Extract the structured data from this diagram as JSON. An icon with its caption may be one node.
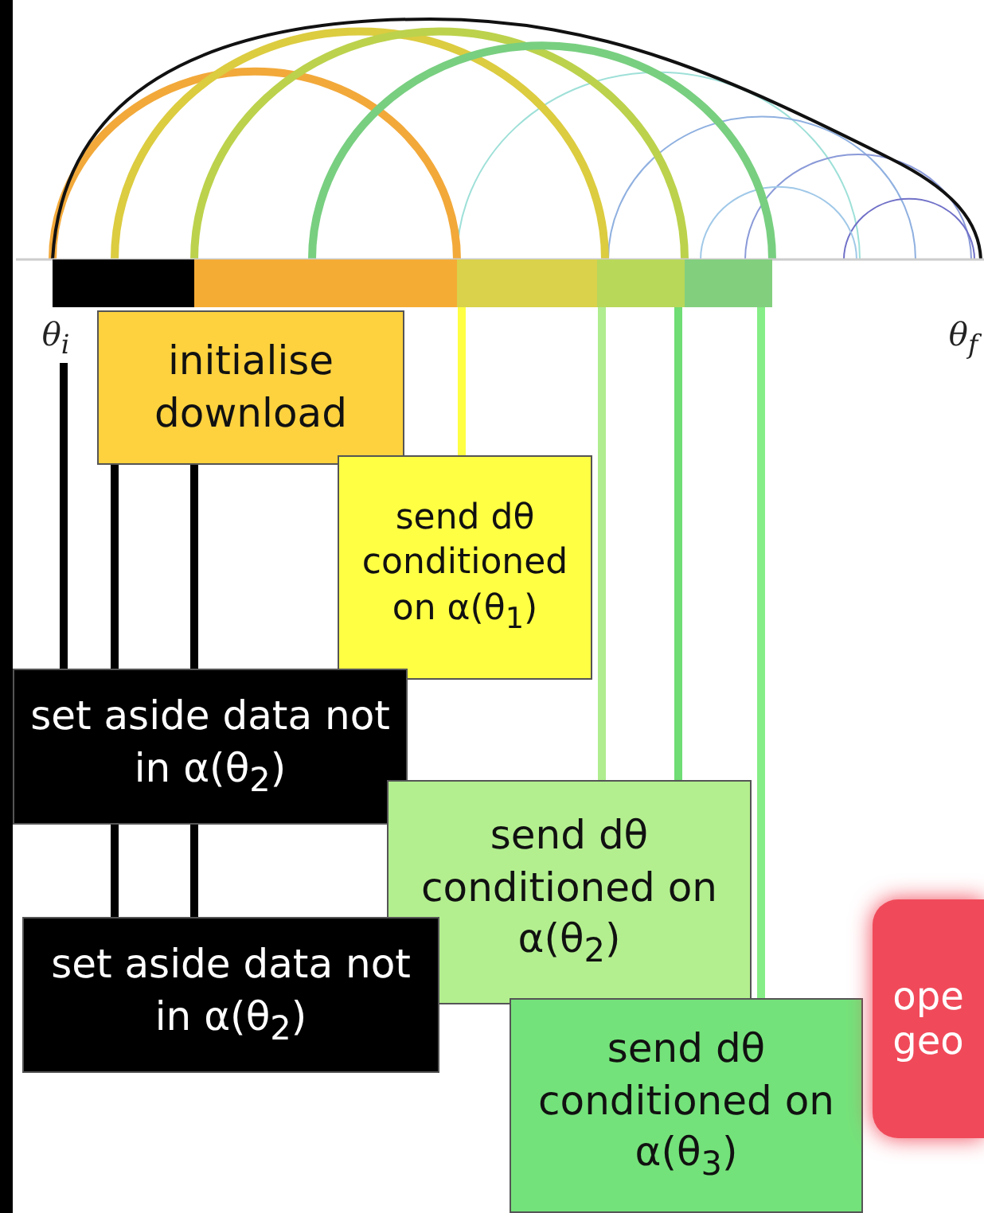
{
  "diagram": {
    "nodes": [
      {
        "text": [
          "θ$_{i}$"
        ]
      },
      {
        "text": [
          "θ$_{f}$"
        ]
      },
      {
        "text": [],
        "shape": "bar"
      },
      {
        "text": [],
        "shape": "bar"
      },
      {
        "text": [],
        "shape": "bar"
      },
      {
        "text": [],
        "shape": "bar"
      },
      {
        "text": [],
        "shape": "bar"
      },
      {
        "text": [
          "initialise download"
        ]
      },
      {
        "text": [
          "send dθ conditioned on α(θ$_{1}$)"
        ]
      },
      {
        "text": [
          "set aside data not in α(θ$_{2}$)"
        ]
      },
      {
        "text": [
          "send dθ conditioned on α(θ$_{2}$)"
        ]
      },
      {
        "text": [
          "set aside data not in α(θ$_{2}$)"
        ]
      },
      {
        "text": [
          "send dθ conditioned on α(θ$_{3}$)"
        ]
      },
      {
        "text": [
          "ope geo"
        ]
      }
    ],
    "edges": [
      {
        "from": 0,
        "to": 9,
        "arrow": "none"
      },
      {
        "from": 7,
        "to": 9,
        "arrow": "none"
      },
      {
        "from": 7,
        "to": 9,
        "arrow": "none"
      },
      {
        "from": 9,
        "to": 11,
        "arrow": "none"
      },
      {
        "from": 9,
        "to": 11,
        "arrow": "none"
      },
      {
        "from": 4,
        "to": 8,
        "arrow": "none",
        "color": "#ffff44"
      },
      {
        "from": 5,
        "to": 10,
        "arrow": "none",
        "color": "#b0ec90"
      },
      {
        "from": 6,
        "to": 10,
        "arrow": "none",
        "color": "#6fdc74"
      },
      {
        "from": 6,
        "to": 12,
        "arrow": "none",
        "color": "#86ee86"
      }
    ]
  }
}
